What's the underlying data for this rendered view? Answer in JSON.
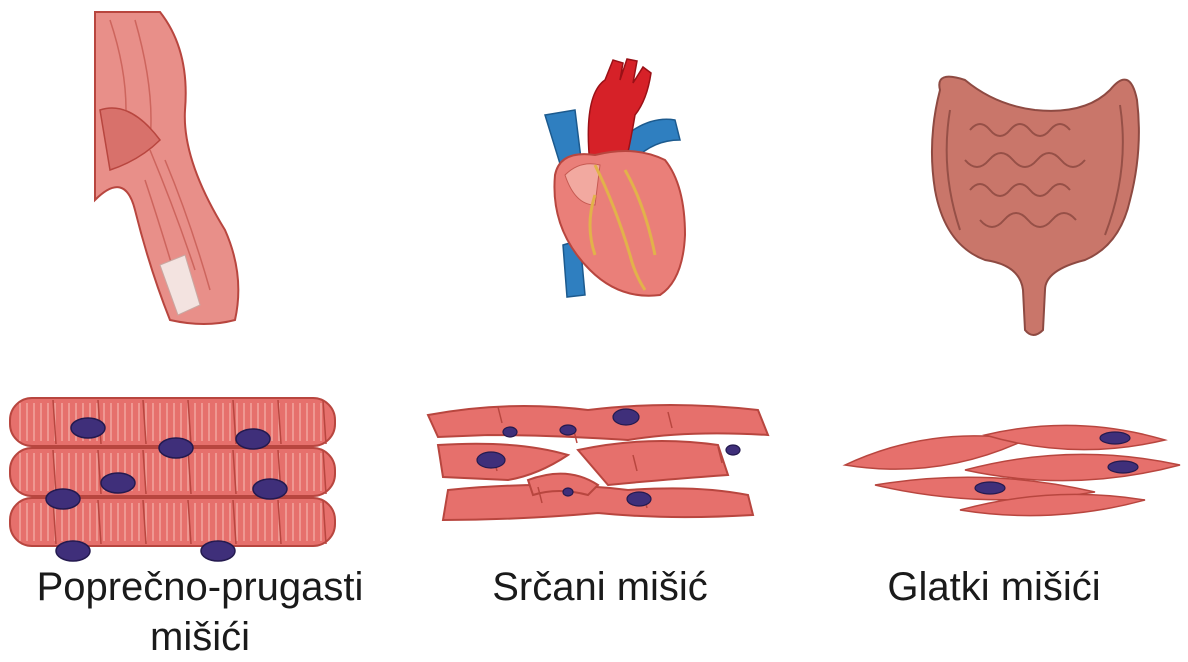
{
  "colors": {
    "muscle": "#e6706c",
    "muscle_dark": "#b8463f",
    "striation": "#f7b8b0",
    "nucleus": "#3f2f7a",
    "aorta": "#d62128",
    "vein": "#2f7fc0",
    "coronary": "#e2b24a",
    "intestine": "#c9766a",
    "caption_text": "#1a1a1a"
  },
  "panels": [
    {
      "organ_icon": "arm-muscle-icon",
      "cell_icon": "striated-muscle-fibers-icon",
      "caption": "Poprečno-prugasti mišići"
    },
    {
      "organ_icon": "heart-icon",
      "cell_icon": "cardiac-muscle-cells-icon",
      "caption": "Srčani mišić"
    },
    {
      "organ_icon": "intestine-icon",
      "cell_icon": "smooth-muscle-cells-icon",
      "caption": "Glatki mišići"
    }
  ]
}
